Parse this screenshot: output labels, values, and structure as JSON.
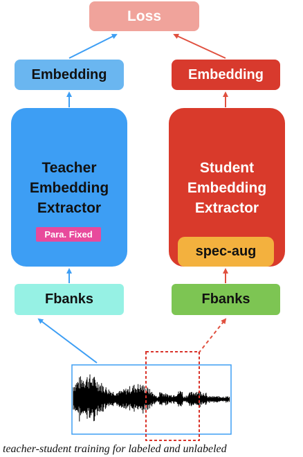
{
  "loss": {
    "label": "Loss"
  },
  "teacher": {
    "embedding_label": "Embedding",
    "extractor_title": [
      "Teacher",
      "Embedding",
      "Extractor"
    ],
    "badge": "Para. Fixed",
    "fbanks_label": "Fbanks"
  },
  "student": {
    "embedding_label": "Embedding",
    "extractor_title": [
      "Student",
      "Embedding",
      "Extractor"
    ],
    "augment_label": "spec-aug",
    "fbanks_label": "Fbanks"
  },
  "caption": "teacher-student training for labeled and unlabeled",
  "colors": {
    "teacher_arrow": "#3d9ef4",
    "student_arrow": "#e0503f",
    "crop_dashed": "#d9332a"
  }
}
